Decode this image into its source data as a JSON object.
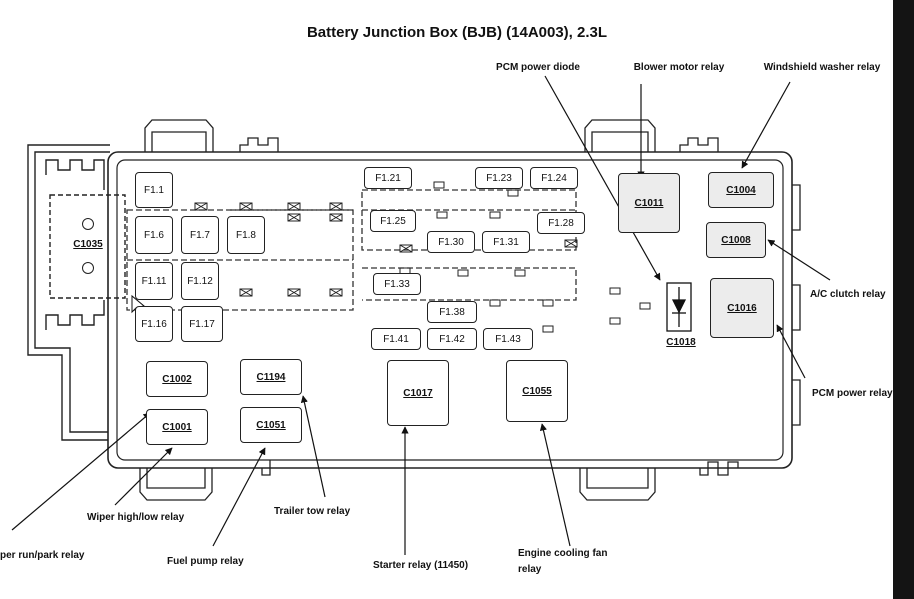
{
  "title": "Battery Junction Box (BJB) (14A003), 2.3L",
  "fuses": {
    "f1_1": "F1.1",
    "f1_6": "F1.6",
    "f1_7": "F1.7",
    "f1_8": "F1.8",
    "f1_11": "F1.11",
    "f1_12": "F1.12",
    "f1_16": "F1.16",
    "f1_17": "F1.17",
    "f1_21": "F1.21",
    "f1_23": "F1.23",
    "f1_24": "F1.24",
    "f1_25": "F1.25",
    "f1_28": "F1.28",
    "f1_30": "F1.30",
    "f1_31": "F1.31",
    "f1_33": "F1.33",
    "f1_38": "F1.38",
    "f1_41": "F1.41",
    "f1_42": "F1.42",
    "f1_43": "F1.43"
  },
  "connectors": {
    "c1035": "C1035",
    "c1002": "C1002",
    "c1001": "C1001",
    "c1194": "C1194",
    "c1051": "C1051",
    "c1017": "C1017",
    "c1055": "C1055",
    "c1011": "C1011",
    "c1004": "C1004",
    "c1008": "C1008",
    "c1016": "C1016",
    "c1018": "C1018"
  },
  "callouts": {
    "pcm_power_diode": "PCM power diode",
    "blower_motor_relay": "Blower motor relay",
    "windshield_washer_relay": "Windshield washer relay",
    "ac_clutch_relay": "A/C clutch relay",
    "pcm_power_relay": "PCM power relay",
    "wiper_run_park_relay": "per run/park relay",
    "wiper_high_low_relay": "Wiper high/low relay",
    "fuel_pump_relay": "Fuel pump relay",
    "trailer_tow_relay": "Trailer tow relay",
    "starter_relay": "Starter relay (11450)",
    "engine_cooling_fan_relay_1": "Engine cooling fan",
    "engine_cooling_fan_relay_2": "relay"
  }
}
